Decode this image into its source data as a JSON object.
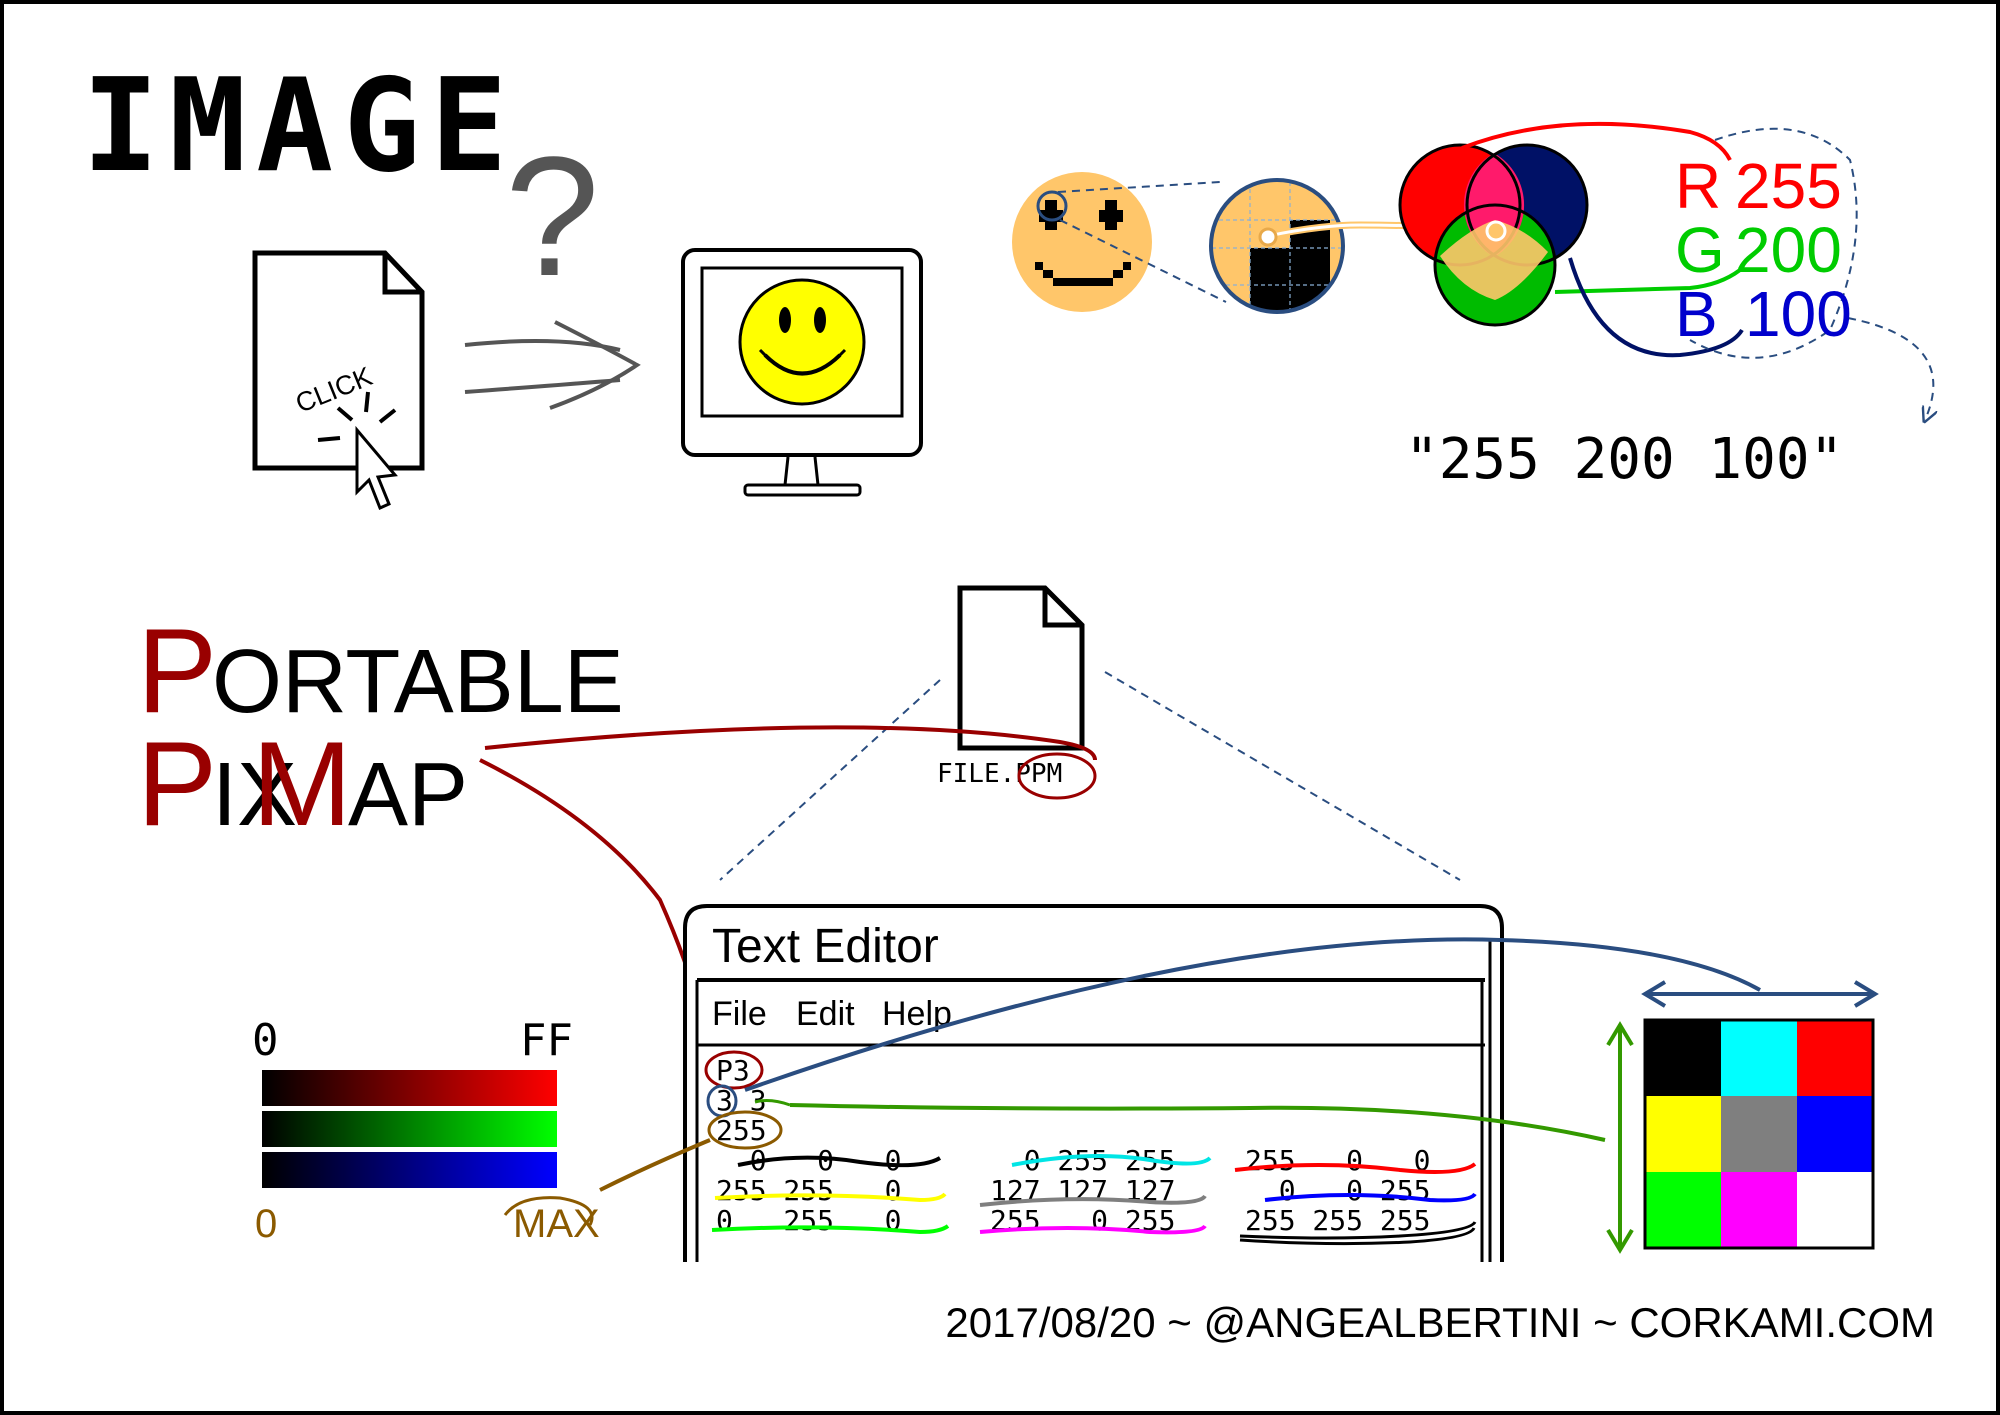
{
  "title": "IMAGE",
  "file_icon_text": "CLICK",
  "question_mark": "?",
  "rgb": {
    "r_label": "R",
    "r_value": "255",
    "g_label": "G",
    "g_value": "200",
    "b_label": "B",
    "b_value": "100",
    "combined": "\"255 200 100\"",
    "colors": {
      "r": "#ff0000",
      "g": "#00cc00",
      "b": "#0000cc"
    }
  },
  "ppm_title": {
    "p1": "P",
    "w1": "ORTABLE",
    "p2": "P",
    "w2": "IX",
    "m": "M",
    "w3": "AP"
  },
  "file_name": "FILE.PPM",
  "gradient": {
    "left_label": "0",
    "right_label": "FF",
    "bottom_left": "0",
    "bottom_right": "MAX"
  },
  "editor": {
    "title": "Text Editor",
    "menu": [
      "File",
      "Edit",
      "Help"
    ],
    "header_lines": [
      "P3",
      "3 3",
      "255"
    ],
    "rows": [
      [
        "  0   0   0",
        "  0 255 255",
        "255   0   0"
      ],
      [
        "255 255   0",
        "127 127 127",
        "  0   0 255"
      ],
      [
        "0   255   0",
        "255   0 255",
        "255 255 255"
      ]
    ]
  },
  "pixel_grid": [
    [
      "#000000",
      "#00ffff",
      "#ff0000"
    ],
    [
      "#ffff00",
      "#7f7f7f",
      "#0000ff"
    ],
    [
      "#00ff00",
      "#ff00ff",
      "#ffffff"
    ]
  ],
  "footer": "2017/08/20 ~ @ANGEALBERTINI ~ CORKAMI.COM"
}
